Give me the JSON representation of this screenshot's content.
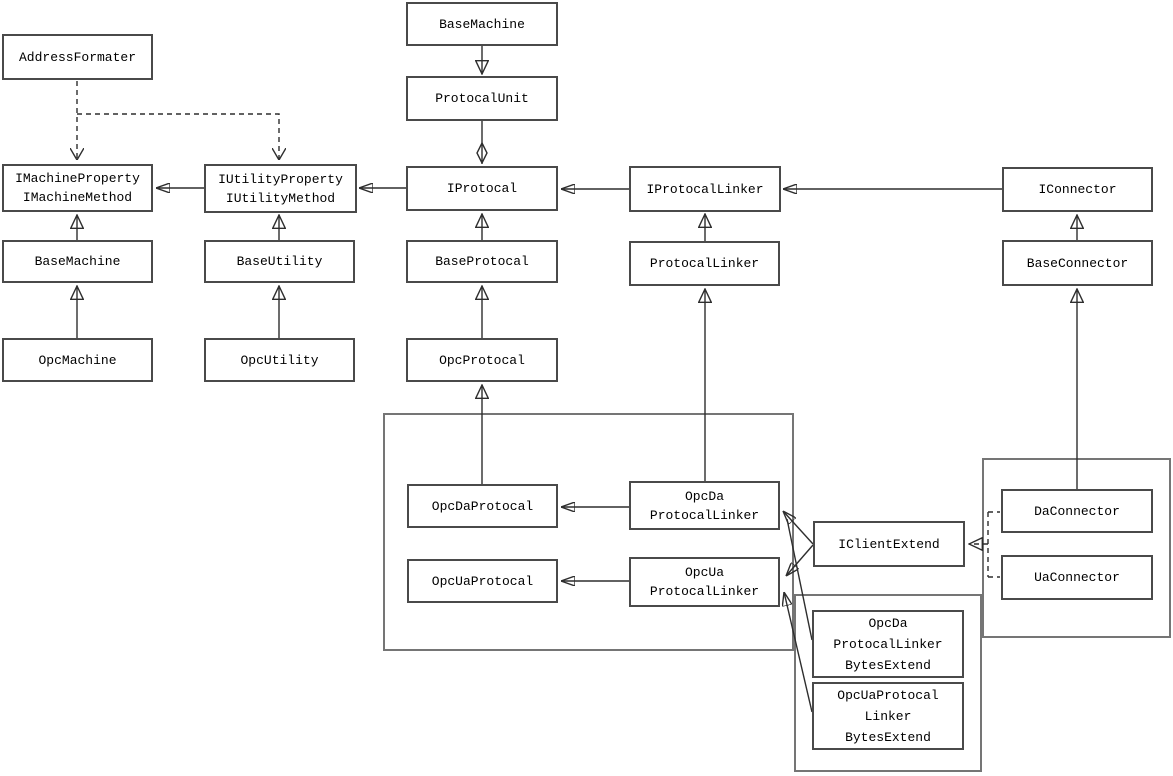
{
  "diagram": {
    "kind": "uml-class-diagram",
    "colors": {
      "background": "#ffffff",
      "line": "#2e2e2e",
      "box_border": "#4a4a4a",
      "container_border": "#757575",
      "text": "#000000"
    },
    "nodes": {
      "address_formater": {
        "lines": [
          "AddressFormater"
        ]
      },
      "base_machine_top": {
        "lines": [
          "BaseMachine"
        ]
      },
      "protocal_unit": {
        "lines": [
          "ProtocalUnit"
        ]
      },
      "imachine": {
        "lines": [
          "IMachineProperty",
          "IMachineMethod"
        ]
      },
      "iutility": {
        "lines": [
          "IUtilityProperty",
          "IUtilityMethod"
        ]
      },
      "iprotocal": {
        "lines": [
          "IProtocal"
        ]
      },
      "iprotocal_linker": {
        "lines": [
          "IProtocalLinker"
        ]
      },
      "iconnector": {
        "lines": [
          "IConnector"
        ]
      },
      "base_machine": {
        "lines": [
          "BaseMachine"
        ]
      },
      "base_utility": {
        "lines": [
          "BaseUtility"
        ]
      },
      "base_protocal": {
        "lines": [
          "BaseProtocal"
        ]
      },
      "protocal_linker": {
        "lines": [
          "ProtocalLinker"
        ]
      },
      "base_connector": {
        "lines": [
          "BaseConnector"
        ]
      },
      "opc_machine": {
        "lines": [
          "OpcMachine"
        ]
      },
      "opc_utility": {
        "lines": [
          "OpcUtility"
        ]
      },
      "opc_protocal": {
        "lines": [
          "OpcProtocal"
        ]
      },
      "opc_da_protocal": {
        "lines": [
          "OpcDaProtocal"
        ]
      },
      "opc_ua_protocal": {
        "lines": [
          "OpcUaProtocal"
        ]
      },
      "opc_da_protocal_linker": {
        "lines": [
          "OpcDa",
          "ProtocalLinker"
        ]
      },
      "opc_ua_protocal_linker": {
        "lines": [
          "OpcUa",
          "ProtocalLinker"
        ]
      },
      "iclient_extend": {
        "lines": [
          "IClientExtend"
        ]
      },
      "da_connector": {
        "lines": [
          "DaConnector"
        ]
      },
      "ua_connector": {
        "lines": [
          "UaConnector"
        ]
      },
      "opc_da_pl_bytes_extend": {
        "lines": [
          "OpcDa",
          "ProtocalLinker",
          "BytesExtend"
        ]
      },
      "opc_ua_pl_bytes_extend": {
        "lines": [
          "OpcUaProtocal",
          "Linker",
          "BytesExtend"
        ]
      }
    },
    "edges": [
      {
        "type": "generalization",
        "from": "BaseMachine(top)",
        "to": "ProtocalUnit"
      },
      {
        "type": "aggregation",
        "from": "ProtocalUnit",
        "to": "IProtocal"
      },
      {
        "type": "dependency",
        "from": "AddressFormater",
        "to": "IMachineProperty/IMachineMethod"
      },
      {
        "type": "dependency",
        "from": "AddressFormater",
        "to": "IUtilityProperty/IUtilityMethod"
      },
      {
        "type": "association",
        "from": "IUtilityProperty/IUtilityMethod",
        "to": "IMachineProperty/IMachineMethod"
      },
      {
        "type": "association",
        "from": "IProtocal",
        "to": "IUtilityProperty/IUtilityMethod"
      },
      {
        "type": "association",
        "from": "IProtocalLinker",
        "to": "IProtocal"
      },
      {
        "type": "association",
        "from": "IConnector",
        "to": "IProtocalLinker"
      },
      {
        "type": "generalization",
        "from": "BaseMachine",
        "to": "IMachineProperty/IMachineMethod"
      },
      {
        "type": "generalization",
        "from": "OpcMachine",
        "to": "BaseMachine"
      },
      {
        "type": "generalization",
        "from": "BaseUtility",
        "to": "IUtilityProperty/IUtilityMethod"
      },
      {
        "type": "generalization",
        "from": "OpcUtility",
        "to": "BaseUtility"
      },
      {
        "type": "generalization",
        "from": "BaseProtocal",
        "to": "IProtocal"
      },
      {
        "type": "generalization",
        "from": "OpcProtocal",
        "to": "BaseProtocal"
      },
      {
        "type": "generalization",
        "from": "OpcDaProtocal",
        "to": "OpcProtocal"
      },
      {
        "type": "generalization",
        "from": "ProtocalLinker",
        "to": "IProtocalLinker"
      },
      {
        "type": "generalization",
        "from": "OpcDaProtocalLinker",
        "to": "ProtocalLinker"
      },
      {
        "type": "generalization",
        "from": "BaseConnector",
        "to": "IConnector"
      },
      {
        "type": "generalization",
        "from": "DaConnector",
        "to": "BaseConnector"
      },
      {
        "type": "association",
        "from": "OpcDaProtocalLinker",
        "to": "OpcDaProtocal"
      },
      {
        "type": "association",
        "from": "OpcUaProtocalLinker",
        "to": "OpcUaProtocal"
      },
      {
        "type": "association",
        "from": "IClientExtend",
        "to": "OpcDaProtocalLinker"
      },
      {
        "type": "association",
        "from": "IClientExtend",
        "to": "OpcUaProtocalLinker"
      },
      {
        "type": "association",
        "from": "OpcDaProtocalLinkerBytesExtend",
        "to": "OpcDaProtocalLinker"
      },
      {
        "type": "association",
        "from": "OpcUaProtocalLinkerBytesExtend",
        "to": "OpcUaProtocalLinker"
      },
      {
        "type": "realization",
        "from": "DaConnector",
        "to": "IClientExtend"
      },
      {
        "type": "realization",
        "from": "UaConnector",
        "to": "IClientExtend"
      }
    ]
  }
}
